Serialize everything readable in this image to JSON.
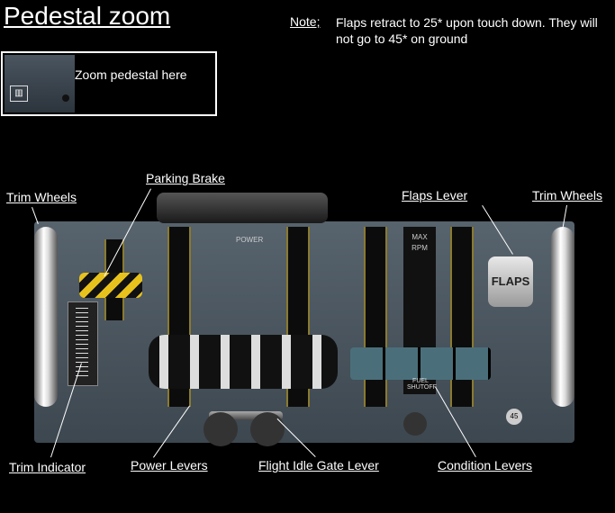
{
  "header": {
    "title": "Pedestal zoom"
  },
  "note": {
    "label": "Note;",
    "text": "Flaps retract to 25* upon touch down. They will not go to 45* on ground"
  },
  "zoom": {
    "label": "Zoom pedestal here",
    "icon": "pedestal-icon"
  },
  "callouts": {
    "trim_wheels_left": "Trim Wheels",
    "parking_brake": "Parking Brake",
    "flaps_lever": "Flaps Lever",
    "trim_wheels_right": "Trim Wheels",
    "trim_indicator": "Trim Indicator",
    "power_levers": "Power Levers",
    "flight_idle_gate": "Flight Idle Gate Lever",
    "condition_levers": "Condition Levers"
  },
  "panel": {
    "flaps_button": "FLAPS",
    "max_rpm": "MAX RPM",
    "power": "POWER",
    "fuel_shutoff": "FUEL SHUTOFF",
    "flaps_max": "45"
  },
  "colors": {
    "background": "#000000",
    "panel": "#4a5560",
    "brake_stripe": "#e8c21c"
  }
}
